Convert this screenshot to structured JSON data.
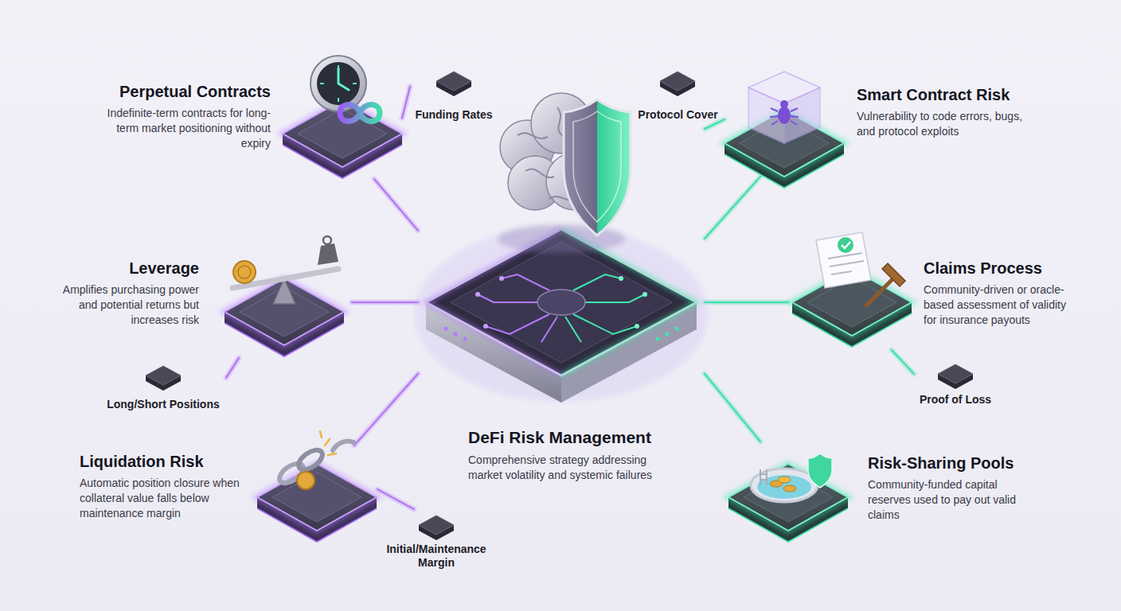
{
  "diagram": {
    "nodes": [
      {
        "text": [
          "Perpetual Contracts",
          "Indefinite-term contracts for long-term market positioning without expiry"
        ]
      },
      {
        "text": [
          "Funding Rates"
        ]
      },
      {
        "text": [
          "Protocol Cover"
        ]
      },
      {
        "text": [
          "Smart Contract Risk",
          "Vulnerability to code errors, bugs, and protocol exploits"
        ]
      },
      {
        "text": [
          "Leverage",
          "Amplifies purchasing power and potential returns but increases risk"
        ]
      },
      {
        "text": [
          "DeFi Risk Management",
          "Comprehensive strategy addressing market volatility and systemic failures"
        ]
      },
      {
        "text": [
          "Claims Process",
          "Community-driven or oracle-based assessment of validity for insurance payouts"
        ]
      },
      {
        "text": [
          "Long/Short Positions"
        ]
      },
      {
        "text": [
          "Proof of Loss"
        ]
      },
      {
        "text": [
          "Liquidation Risk",
          "Automatic position closure when collateral value falls below maintenance margin"
        ]
      },
      {
        "text": [
          "Initial/Maintenance Margin"
        ]
      },
      {
        "text": [
          "Risk-Sharing Pools",
          "Community-funded capital reserves used to pay out valid claims"
        ]
      }
    ],
    "edges": [
      {
        "from": 5,
        "to": 0,
        "arrow": "none"
      },
      {
        "from": 0,
        "to": 1,
        "arrow": "none"
      },
      {
        "from": 5,
        "to": 4,
        "arrow": "none"
      },
      {
        "from": 4,
        "to": 7,
        "arrow": "none"
      },
      {
        "from": 5,
        "to": 9,
        "arrow": "none"
      },
      {
        "from": 9,
        "to": 10,
        "arrow": "none"
      },
      {
        "from": 5,
        "to": 3,
        "arrow": "none"
      },
      {
        "from": 3,
        "to": 2,
        "arrow": "none"
      },
      {
        "from": 5,
        "to": 6,
        "arrow": "none"
      },
      {
        "from": 6,
        "to": 8,
        "arrow": "none"
      },
      {
        "from": 5,
        "to": 11,
        "arrow": "none"
      }
    ]
  }
}
